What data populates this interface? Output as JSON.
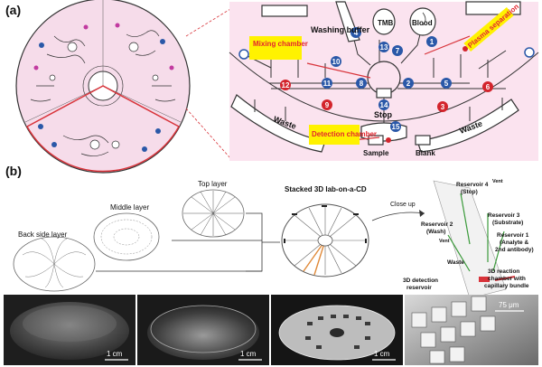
{
  "panel_a": {
    "label": "(a)",
    "labels": {
      "washing_buffer": "Washing buffer",
      "tmb": "TMB",
      "blood": "Blood",
      "plasma_separation": "Plasma separation",
      "mixing_chamber": "Mixing chamber",
      "waste_left": "Waste",
      "waste_right": "Waste",
      "stop": "Stop",
      "detection_chamber": "Detection chamber",
      "sample": "Sample",
      "blank": "Blank"
    },
    "markers": {
      "m1": "1",
      "m2": "2",
      "m3": "3",
      "m4": "4",
      "m5": "5",
      "m6": "6",
      "m7": "7",
      "m8": "8",
      "m9": "9",
      "m10": "10",
      "m11": "11",
      "m12": "12",
      "m13": "13",
      "m14": "14",
      "m15": "15"
    }
  },
  "panel_b": {
    "label": "(b)",
    "layers": {
      "back": "Back side layer",
      "middle": "Middle layer",
      "top": "Top layer",
      "stacked": "Stacked 3D lab-on-a-CD"
    },
    "close_up": "Close up",
    "reservoirs": {
      "r4": "Reservoir 4",
      "r4_sub": "(Stop)",
      "vent_top": "Vent",
      "r2": "Reservoir 2",
      "r2_sub": "(Wash)",
      "r3": "Reservoir 3",
      "r3_sub": "(Substrate)",
      "r1": "Reservoir 1",
      "r1_sub": "(Analyte &",
      "r1_sub2": "2nd antibody)",
      "vent_left": "Vent",
      "waste": "Waste",
      "detection": "3D detection",
      "detection_sub": "reservoir",
      "reaction": "3D reaction",
      "reaction_sub": "chamber with",
      "reaction_sub2": "capillary bundle"
    },
    "photos": {
      "scale1": "1 cm",
      "scale2": "1 cm",
      "scale3": "1 cm",
      "scale4": "75 μm"
    }
  },
  "colors": {
    "disc_pink": "#f6dcea",
    "panel_a_bg": "#fbe3ef",
    "red_line": "#d8333a",
    "highlight_yellow": "#fff200",
    "highlight_red_text": "#e3262e",
    "marker_blue": "#2a58a8",
    "marker_red": "#d3242c",
    "channel_dark": "#333333",
    "photo_dark": "#2e2e2e"
  }
}
